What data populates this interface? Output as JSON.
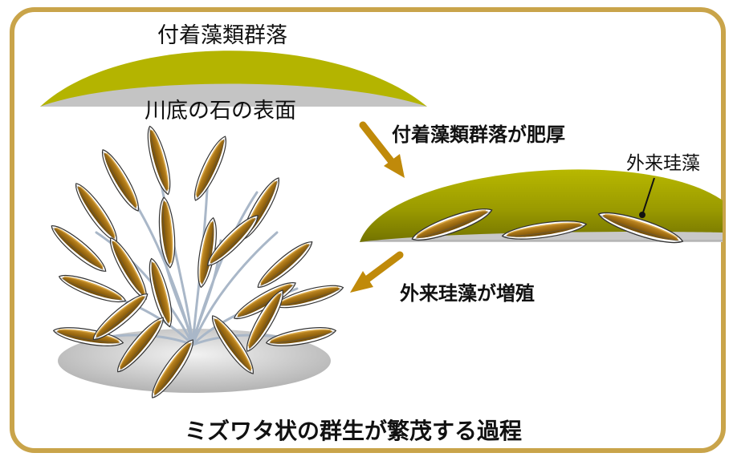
{
  "labels": {
    "biofilm": "付着藻類群落",
    "stone_surface": "川底の石の表面",
    "thickening": "付着藻類群落が肥厚",
    "alien_diatom": "外来珪藻",
    "proliferation": "外来珪藻が増殖",
    "caption": "ミズワタ状の群生が繁茂する過程"
  },
  "colors": {
    "frame_border": "#c9a44a",
    "biofilm_green": "#b4b400",
    "biofilm_dark": "#6b6b00",
    "stone_gray": "#c8c8c8",
    "arrow_gold": "#c08a0a",
    "diatom_brown": "#9c6a10",
    "stalk_blue": "#a9b7c8"
  }
}
